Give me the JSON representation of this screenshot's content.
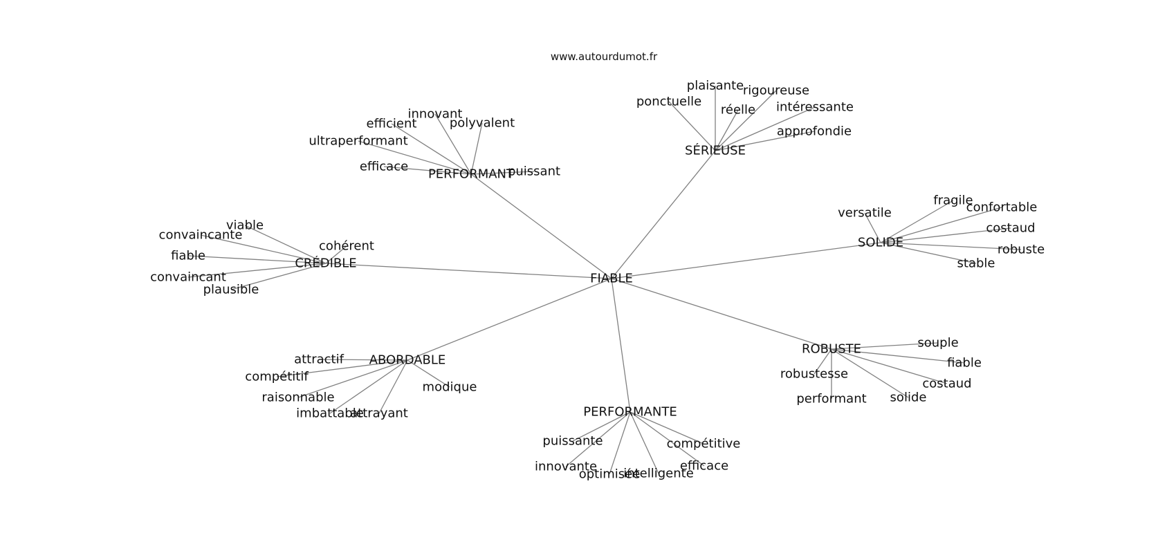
{
  "source": "www.autourdumot.fr",
  "center": "FIABLE",
  "groups": [
    {
      "label": "PERFORMANT",
      "words": [
        "innovant",
        "efficient",
        "polyvalent",
        "ultraperformant",
        "efficace",
        "puissant"
      ]
    },
    {
      "label": "SÉRIEUSE",
      "words": [
        "plaisante",
        "rigoureuse",
        "ponctuelle",
        "réelle",
        "intéressante",
        "approfondie"
      ]
    },
    {
      "label": "SOLIDE",
      "words": [
        "fragile",
        "versatile",
        "confortable",
        "costaud",
        "robuste",
        "stable"
      ]
    },
    {
      "label": "CRÉDIBLE",
      "words": [
        "viable",
        "convaincante",
        "cohérent",
        "fiable",
        "convaincant",
        "plausible"
      ]
    },
    {
      "label": "ABORDABLE",
      "words": [
        "attractif",
        "compétitif",
        "raisonnable",
        "modique",
        "imbattable",
        "attrayant"
      ]
    },
    {
      "label": "ROBUSTE",
      "words": [
        "souple",
        "fiable",
        "robustesse",
        "costaud",
        "performant",
        "solide"
      ]
    },
    {
      "label": "PERFORMANTE",
      "words": [
        "puissante",
        "compétitive",
        "innovante",
        "efficace",
        "optimisée",
        "intelligente"
      ]
    }
  ]
}
